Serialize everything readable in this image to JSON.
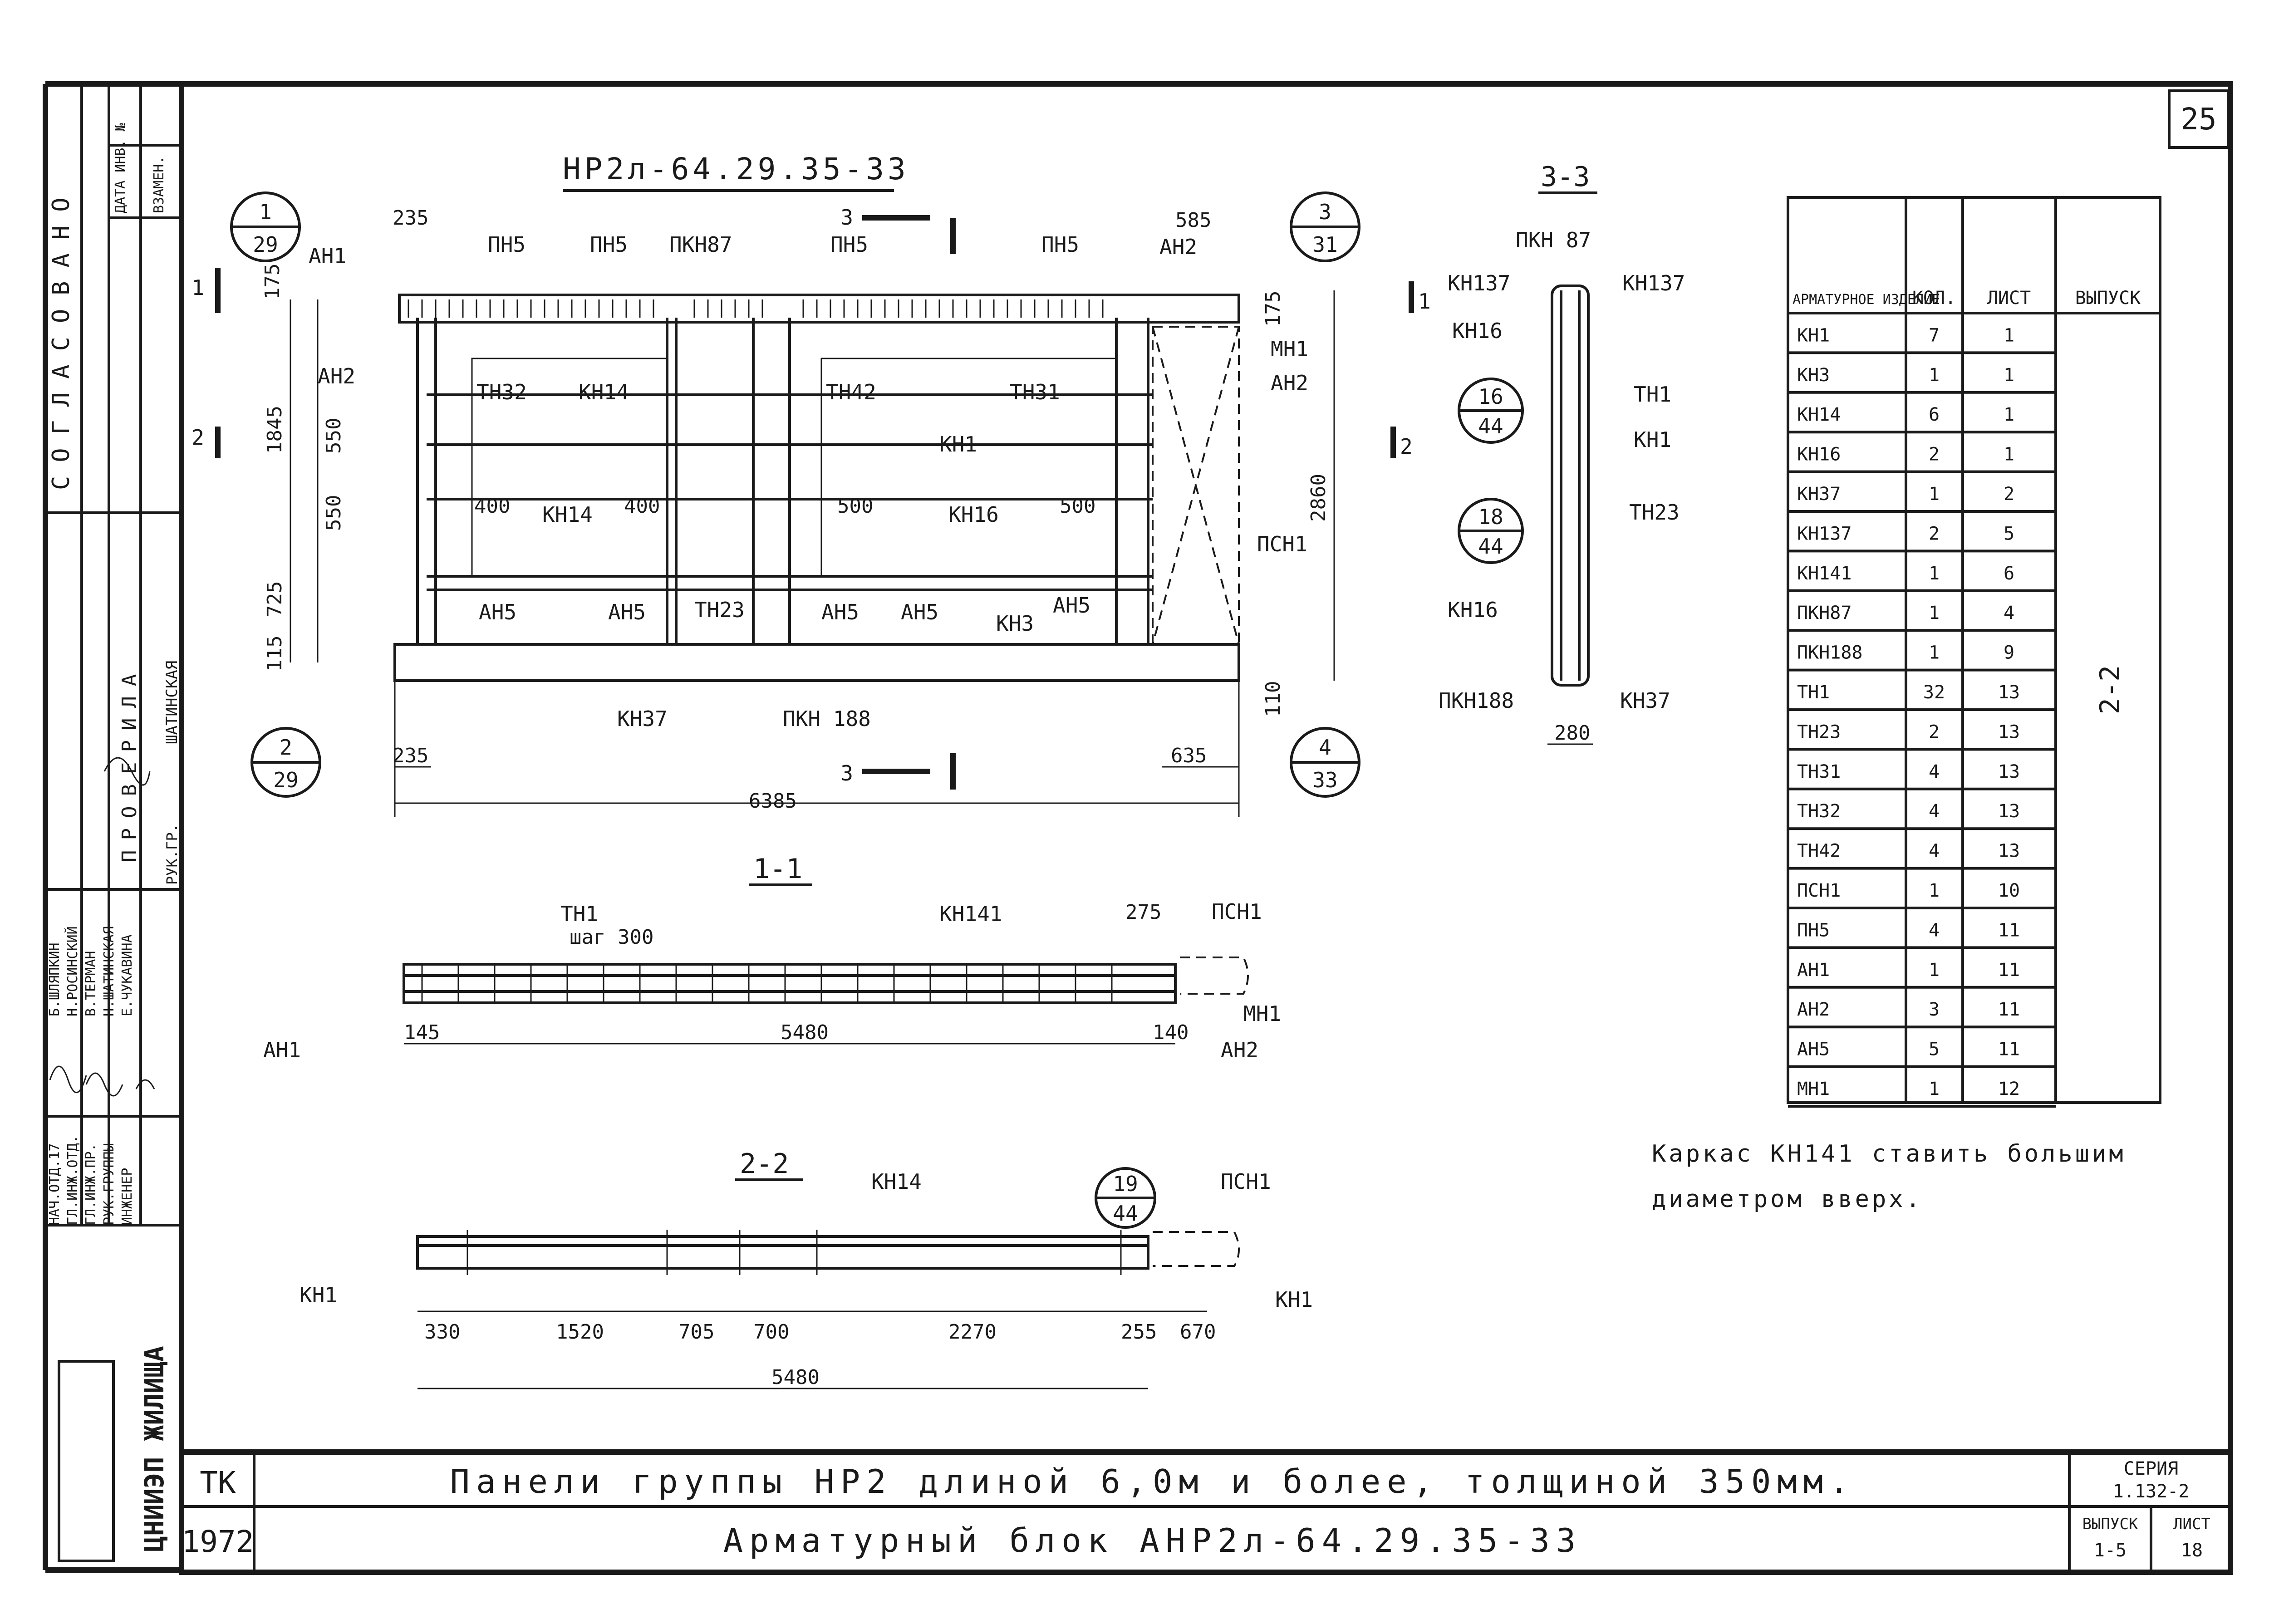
{
  "sheet_number": "25",
  "main_title": "НР2л-64.29.35-33",
  "section_labels": {
    "s11": "1-1",
    "s22": "2-2",
    "s33": "3-3"
  },
  "cut_marks": {
    "c1": "1",
    "c2": "2",
    "c3": "3"
  },
  "callouts": [
    {
      "top": "1",
      "bottom": "29"
    },
    {
      "top": "3",
      "bottom": "31"
    },
    {
      "top": "2",
      "bottom": "29"
    },
    {
      "top": "4",
      "bottom": "33"
    },
    {
      "top": "16",
      "bottom": "44"
    },
    {
      "top": "18",
      "bottom": "44"
    },
    {
      "top": "19",
      "bottom": "44"
    }
  ],
  "plan_labels": {
    "an1": "АН1",
    "pn5a": "ПН5",
    "pn5b": "ПН5",
    "pkn87": "ПКН87",
    "pn5c": "ПН5",
    "pn5d": "ПН5",
    "an2top": "АН2",
    "mn1": "МН1",
    "an2r": "АН2",
    "an2l": "АН2",
    "tn32": "ТН32",
    "kn14a": "КН14",
    "tn42": "ТН42",
    "tn31": "ТН31",
    "kn1": "КН1",
    "kn14b": "КН14",
    "kn16": "КН16",
    "an5a": "АН5",
    "an5b": "АН5",
    "tn23": "ТН23",
    "an5c": "АН5",
    "an5d": "АН5",
    "kn3": "КН3",
    "an5e": "АН5",
    "psn1": "ПСН1",
    "kn37": "КН37",
    "pkn188": "ПКН 188"
  },
  "plan_dims": {
    "d235a": "235",
    "d585": "585",
    "d175a": "175",
    "d175b": "175",
    "d1845": "1845",
    "d550a": "550",
    "d550b": "550",
    "d725": "725",
    "d115": "115",
    "d2860": "2860",
    "d400a": "400",
    "d400b": "400",
    "d500a": "500",
    "d500b": "500",
    "d235b": "235",
    "d635": "635",
    "d110": "110",
    "d6385": "6385"
  },
  "sec33_labels": {
    "pkn87": "ПКН 87",
    "kn137a": "КН137",
    "kn137b": "КН137",
    "kn16a": "КН16",
    "tn1": "ТН1",
    "kn1": "КН1",
    "tn23": "ТН23",
    "kn16b": "КН16",
    "pkn188": "ПКН188",
    "kn37": "КН37",
    "d280": "280"
  },
  "sec11_labels": {
    "tn1": "ТН1",
    "step": "шаг 300",
    "kn141": "КН141",
    "d275": "275",
    "psn1": "ПСН1",
    "mn1": "МН1",
    "an1": "АН1",
    "an2": "АН2",
    "d145": "145",
    "d5480": "5480",
    "d140": "140"
  },
  "sec22_labels": {
    "kn14": "КН14",
    "psn1": "ПСН1",
    "kn1a": "КН1",
    "kn1b": "КН1",
    "d330": "330",
    "d1520": "1520",
    "d705": "705",
    "d700": "700",
    "d2270": "2270",
    "d255": "255",
    "d670": "670",
    "d5480": "5480"
  },
  "table": {
    "headers": [
      "АРМАТУРНОЕ ИЗДЕЛИЕ",
      "КОЛ.",
      "ЛИСТ",
      "ВЫПУСК"
    ],
    "rows": [
      [
        "КН1",
        "7",
        "1"
      ],
      [
        "КН3",
        "1",
        "1"
      ],
      [
        "КН14",
        "6",
        "1"
      ],
      [
        "КН16",
        "2",
        "1"
      ],
      [
        "КН37",
        "1",
        "2"
      ],
      [
        "КН137",
        "2",
        "5"
      ],
      [
        "КН141",
        "1",
        "6"
      ],
      [
        "ПКН87",
        "1",
        "4"
      ],
      [
        "ПКН188",
        "1",
        "9"
      ],
      [
        "ТН1",
        "32",
        "13"
      ],
      [
        "ТН23",
        "2",
        "13"
      ],
      [
        "ТН31",
        "4",
        "13"
      ],
      [
        "ТН32",
        "4",
        "13"
      ],
      [
        "ТН42",
        "4",
        "13"
      ],
      [
        "ПСН1",
        "1",
        "10"
      ],
      [
        "ПН5",
        "4",
        "11"
      ],
      [
        "АН1",
        "1",
        "11"
      ],
      [
        "АН2",
        "3",
        "11"
      ],
      [
        "АН5",
        "5",
        "11"
      ],
      [
        "МН1",
        "1",
        "12"
      ]
    ],
    "issue": "2-2"
  },
  "note_line1": "Каркас КН141 ставить большим",
  "note_line2": "диаметром вверх.",
  "title_block": {
    "tk": "ТК",
    "year": "1972",
    "line1": "Панели группы НР2 длиной 6,0м и более, толщиной 350мм.",
    "line2": "Арматурный блок АНР2л-64.29.35-33",
    "series_label": "СЕРИЯ",
    "series_value": "1.132-2",
    "issue_label": "ВЫПУСК",
    "issue_value": "1-5",
    "sheet_label": "ЛИСТ",
    "sheet_value": "18"
  },
  "left_strip": {
    "soglasovano": "СОГЛАСОВАНО",
    "date_inv": "ДАТА ИНВ. №",
    "vzamen": "ВЗАМЕН.",
    "proverila": "ПРОВЕРИЛА",
    "shatinskaya": "ШАТИНСКАЯ",
    "ruk_gr": "РУК.ГР.",
    "roles": [
      "НАЧ.ОТД.17",
      "ГЛ.ИНЖ.ОТД.",
      "ГЛ.ИНЖ.ПР.",
      "РУК.ГРУППЫ",
      "ИНЖЕНЕР"
    ],
    "names": [
      "Б.ШЛЯПКИН",
      "Н.РОСИНСКИЙ",
      "В.ТЕРМАН",
      "Н.ШАТИНСКАЯ",
      "Е.ЧУКАВИНА"
    ],
    "org": "ЦНИИЭП ЖИЛИЩА"
  }
}
